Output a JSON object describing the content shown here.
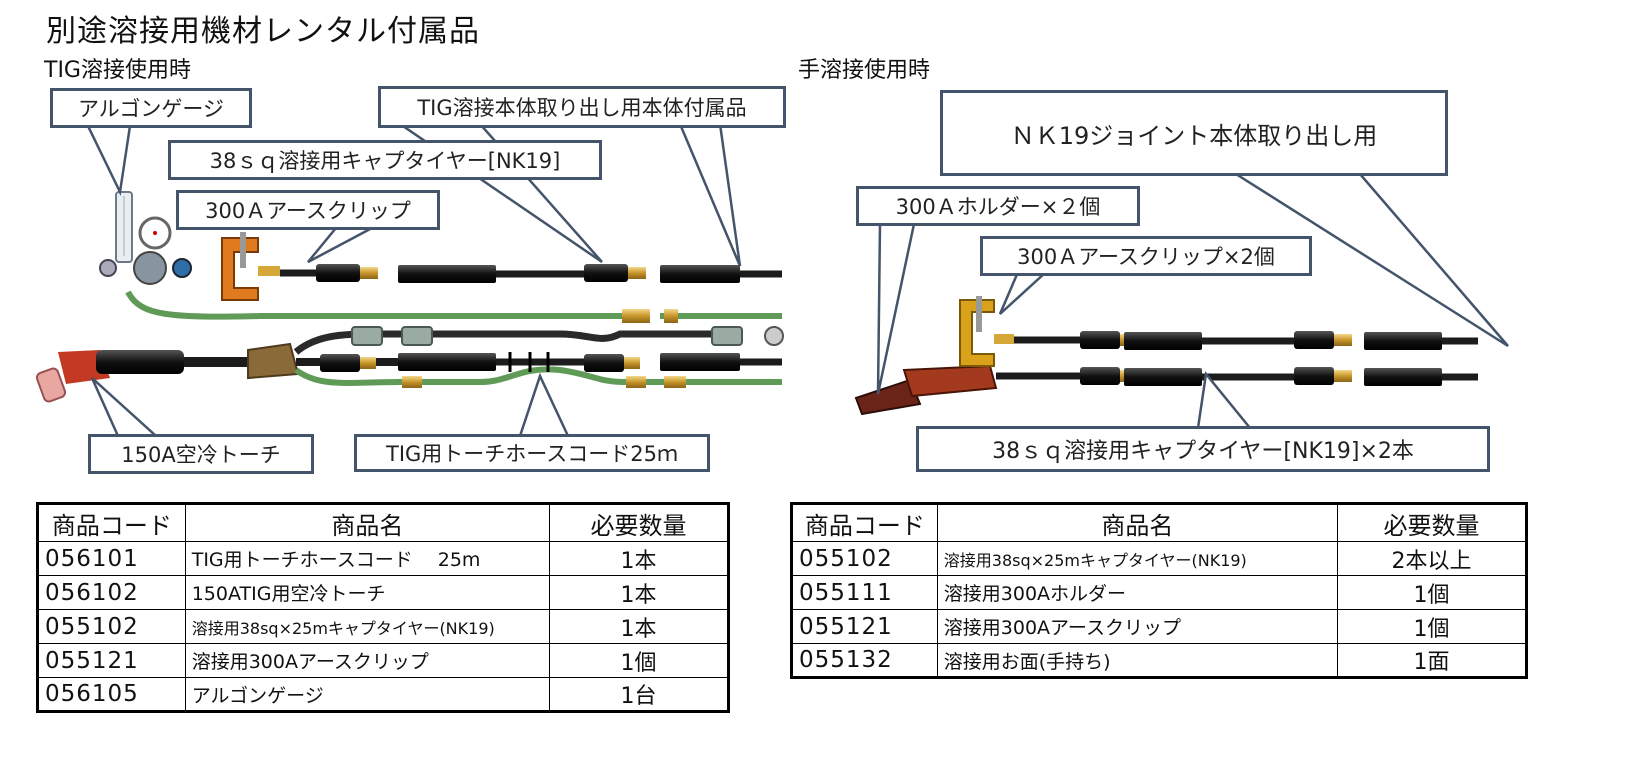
{
  "page_title": "別途溶接用機材レンタル付属品",
  "tig": {
    "heading": "TIG溶接使用時",
    "callouts": {
      "argon_gauge": "アルゴンゲージ",
      "tig_body_accessory": "TIG溶接本体取り出し用本体付属品",
      "cabtire": "38ｓｑ溶接用キャプタイヤー[NK19]",
      "earth_clip": "300Ａアースクリップ",
      "torch": "150A空冷トーチ",
      "hose_cord": "TIG用トーチホースコード25ｍ"
    },
    "table": {
      "headers": [
        "商品コード",
        "商品名",
        "必要数量"
      ],
      "rows": [
        {
          "code": "056101",
          "name": "TIG用トーチホースコード　 25m",
          "qty": "1本"
        },
        {
          "code": "056102",
          "name": "150ATIG用空冷トーチ",
          "qty": "1本"
        },
        {
          "code": "055102",
          "name": "溶接用38sq×25mキャプタイヤー(NK19)",
          "qty": "1本"
        },
        {
          "code": "055121",
          "name": "溶接用300Aアースクリップ",
          "qty": "1個"
        },
        {
          "code": "056105",
          "name": "アルゴンゲージ",
          "qty": "1台"
        }
      ]
    }
  },
  "manual": {
    "heading": "手溶接使用時",
    "callouts": {
      "nk19_joint": "ＮＫ19ジョイント本体取り出し用",
      "holder": "300Ａホルダー×２個",
      "earth_clip": "300Ａアースクリップ×2個",
      "cabtire": "38ｓｑ溶接用キャプタイヤー[NK19]×2本"
    },
    "table": {
      "headers": [
        "商品コード",
        "商品名",
        "必要数量"
      ],
      "rows": [
        {
          "code": "055102",
          "name": "溶接用38sq×25mキャプタイヤー(NK19)",
          "qty": "2本以上"
        },
        {
          "code": "055111",
          "name": "溶接用300Aホルダー",
          "qty": "1個"
        },
        {
          "code": "055121",
          "name": "溶接用300Aアースクリップ",
          "qty": "1個"
        },
        {
          "code": "055132",
          "name": "溶接用お面(手持ち)",
          "qty": "1面"
        }
      ]
    }
  },
  "colors": {
    "callout_border": "#44546a",
    "cable_black": "#1c1c1c",
    "hose_green": "#5f9a57",
    "clip_orange": "#e07a1e",
    "clip_yellow": "#d9a21a",
    "brass": "#d6a83a"
  }
}
